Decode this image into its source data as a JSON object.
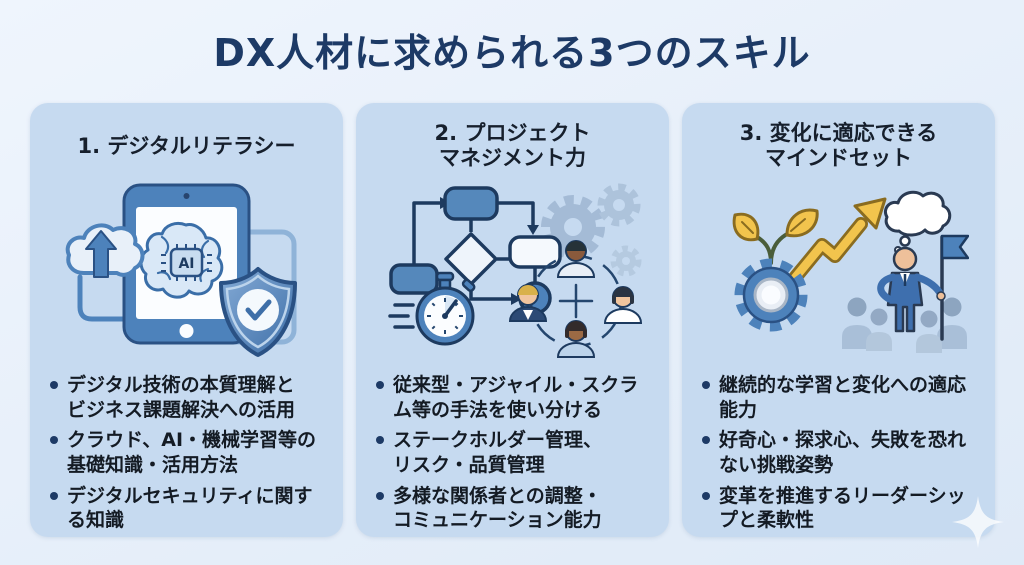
{
  "title": "DX人材に求められる3つのスキル",
  "colors": {
    "page_background": "#e8f0fa",
    "card_background": "#c6daf0",
    "title_text": "#1d3a66",
    "body_text": "#141b24",
    "bullet_dot": "#1d3a66",
    "accent_blue": "#4d82bb",
    "outline_navy": "#1d3a5f",
    "accent_yellow": "#f2c44d"
  },
  "cards": [
    {
      "heading": "1. デジタルリテラシー",
      "ai_chip_label": "AI",
      "icons": [
        "cloud-upload-icon",
        "tablet-icon",
        "ai-brain-icon",
        "shield-check-icon"
      ],
      "bullets": [
        "デジタル技術の本質理解と\nビジネス課題解決への活用",
        "クラウド、AI・機械学習等の\n基礎知識・活用方法",
        "デジタルセキュリティに関す\nる知識"
      ]
    },
    {
      "heading": "2. プロジェクト\nマネジメント力",
      "icons": [
        "flowchart-icon",
        "gears-icon",
        "stopwatch-icon",
        "team-network-icon"
      ],
      "bullets": [
        "従来型・アジャイル・スクラ\nム等の手法を使い分ける",
        "ステークホルダー管理、\nリスク・品質管理",
        "多様な関係者との調整・\nコミュニケーション能力"
      ]
    },
    {
      "heading": "3. 変化に適応できる\nマインドセット",
      "icons": [
        "growth-gear-icon",
        "sprout-icon",
        "rising-arrow-icon",
        "thought-cloud-icon",
        "leader-flag-icon",
        "crowd-icon"
      ],
      "bullets": [
        "継続的な学習と変化への適応\n能力",
        "好奇心・探求心、失敗を恐れ\nない挑戦姿勢",
        "変革を推進するリーダーシッ\nプと柔軟性"
      ]
    }
  ]
}
